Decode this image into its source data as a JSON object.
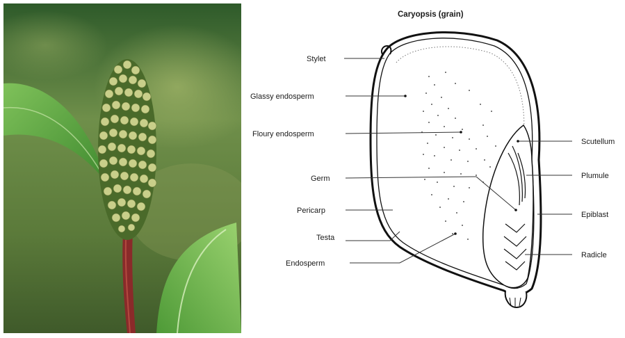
{
  "photo": {
    "subject_icon": "sorghum-panicle-photo"
  },
  "diagram": {
    "title": "Caryopsis (grain)",
    "labels": {
      "stylet": "Stylet",
      "glassy_endosperm": "Glassy endosperm",
      "floury_endosperm": "Floury endosperm",
      "germ": "Germ",
      "pericarp": "Pericarp",
      "testa": "Testa",
      "endosperm": "Endosperm",
      "scutellum": "Scutellum",
      "plumule": "Plumule",
      "epiblast": "Epiblast",
      "radicle": "Radicle"
    }
  }
}
